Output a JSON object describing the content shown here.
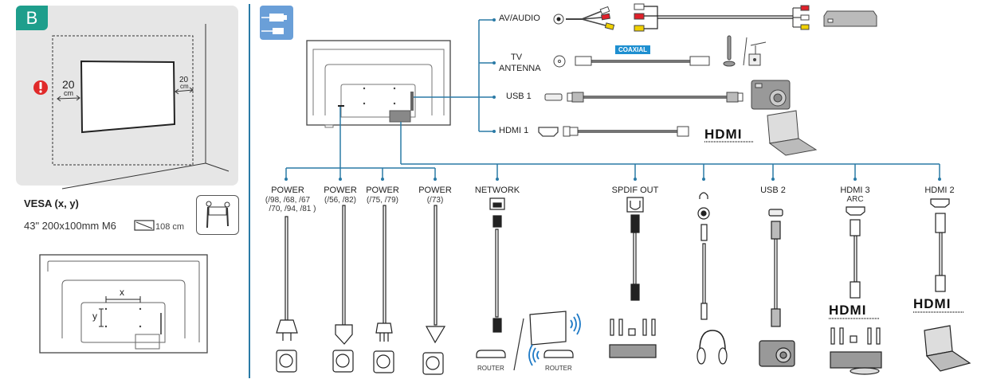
{
  "wall_mount": {
    "section_badge": "B",
    "clearance_left_value": "20",
    "clearance_left_unit": "cm",
    "clearance_right_value": "20",
    "clearance_right_unit": "cm",
    "warning_icon": "exclamation-icon"
  },
  "vesa": {
    "title": "VESA (x, y)",
    "spec": "43\"  200x100mm M6",
    "diagonal": "108 cm",
    "diagram_x_label": "x",
    "diagram_y_label": "y"
  },
  "colors": {
    "accent_line": "#2a7aa6",
    "section_badge": "#1e9e8c",
    "connection_badge": "#6a9fd8",
    "coaxial_badge": "#1e8fd0",
    "warning": "#e02a2a",
    "panel_bg": "#e6e6e6"
  },
  "side_connections": [
    {
      "label": "AV/AUDIO",
      "device": "set-top-box"
    },
    {
      "label_line1": "TV",
      "label_line2": "ANTENNA",
      "cable_badge": "COAXIAL",
      "device": "antenna"
    },
    {
      "label": "USB 1",
      "device": "camera"
    },
    {
      "label": "HDMI 1",
      "logo": "HDMI",
      "device": "laptop"
    }
  ],
  "bottom_connections": [
    {
      "label": "POWER",
      "models_line1": "(/98, /68, /67",
      "models_line2": "/70, /94, /81 )"
    },
    {
      "label": "POWER",
      "models_line1": "(/56, /82)"
    },
    {
      "label": "POWER",
      "models_line1": "(/75, /79)"
    },
    {
      "label": "POWER",
      "models_line1": "(/73)"
    },
    {
      "label": "NETWORK",
      "device_label_wired": "ROUTER",
      "device_label_wireless": "ROUTER"
    },
    {
      "label": "SPDIF OUT",
      "device": "home-theater"
    },
    {
      "label": "",
      "icon": "headphones-icon",
      "device": "headphones"
    },
    {
      "label": "USB 2",
      "device": "camera"
    },
    {
      "label": "HDMI 3",
      "sublabel": "ARC",
      "logo": "HDMI",
      "device": "home-theater-dvd"
    },
    {
      "label": "HDMI 2",
      "logo": "HDMI",
      "device": "laptop"
    }
  ]
}
